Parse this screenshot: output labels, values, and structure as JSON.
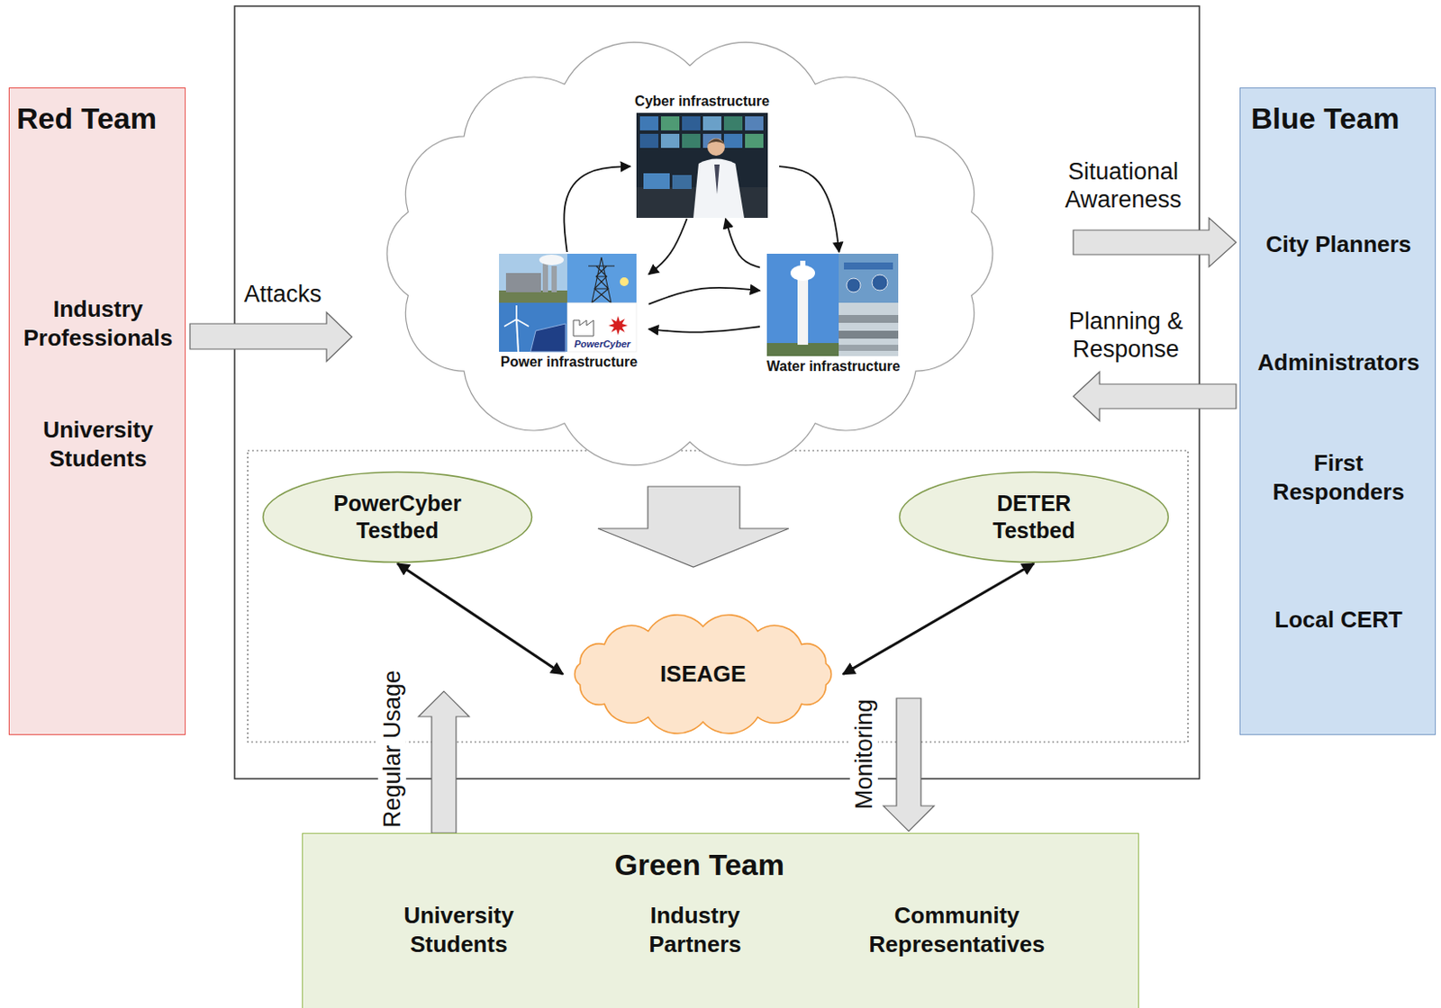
{
  "diagram": {
    "nodes": [
      {
        "text": [
          "Red Team",
          "Industry Professionals",
          "University Students"
        ]
      },
      {
        "text": [
          "Cyber infrastructure"
        ]
      },
      {
        "text": [
          "Power infrastructure"
        ]
      },
      {
        "text": [
          "Water infrastructure"
        ]
      },
      {
        "text": [
          "Blue Team",
          "City Planners",
          "Administrators",
          "First Responders",
          "Local CERT"
        ]
      },
      {
        "text": [
          "PowerCyber Testbed"
        ]
      },
      {
        "text": [
          "DETER Testbed"
        ]
      },
      {
        "text": [
          "ISEAGE"
        ]
      },
      {
        "text": [
          "Green Team",
          "University Students",
          "Industry Partners",
          "Community Representatives"
        ]
      }
    ],
    "edges": [
      {
        "from": 2,
        "to": 1,
        "arrow": "to"
      },
      {
        "from": 1,
        "to": 2,
        "arrow": "to"
      },
      {
        "from": 1,
        "to": 3,
        "arrow": "to"
      },
      {
        "from": 3,
        "to": 1,
        "arrow": "to"
      },
      {
        "from": 2,
        "to": 3,
        "arrow": "to"
      },
      {
        "from": 3,
        "to": 2,
        "arrow": "to"
      },
      {
        "from": 5,
        "to": 7,
        "arrow": "both"
      },
      {
        "from": 6,
        "to": 7,
        "arrow": "both"
      }
    ],
    "labels": [
      "Attacks",
      "Situational Awareness",
      "Planning & Response",
      "Regular Usage",
      "Monitoring",
      "PowerCyber"
    ]
  }
}
